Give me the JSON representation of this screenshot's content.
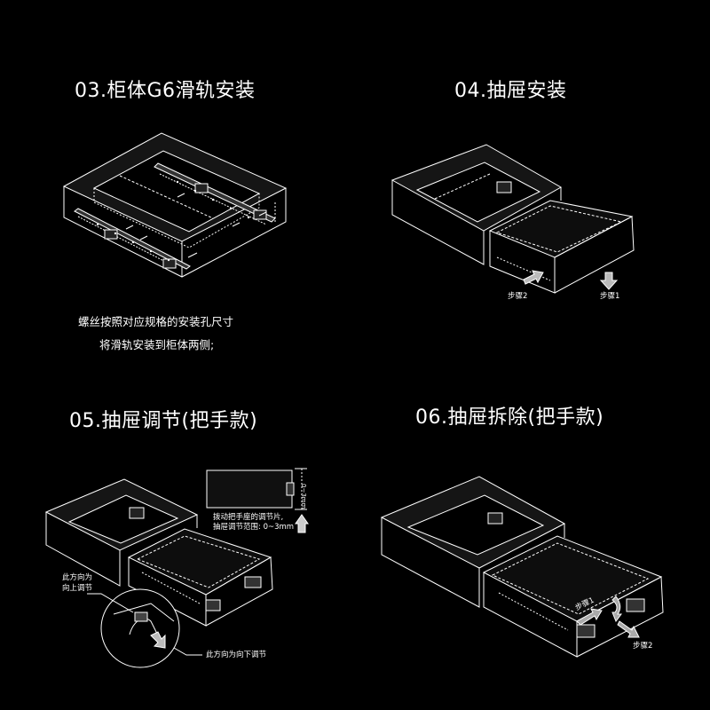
{
  "steps": [
    {
      "title": "03.柜体G6滑轨安装",
      "notes": [
        "螺丝按照对应规格的安装孔尺寸",
        "将滑轨安装到柜体两侧;"
      ]
    },
    {
      "title": "04.抽屉安装",
      "labels": {
        "step1": "步骤1",
        "step2": "步骤2"
      }
    },
    {
      "title": "05.抽屉调节(把手款)",
      "labels": {
        "up_line1": "此方向为",
        "up_line2": "向上调节",
        "down": "此方向为向下调节",
        "adjust_line1": "拨动把手座的调节片,",
        "adjust_line2": "抽屉调节范围: 0~3mm",
        "range": "0~3mm"
      }
    },
    {
      "title": "06.抽屉拆除(把手款)",
      "labels": {
        "step1": "步骤1",
        "step2": "步骤2"
      }
    }
  ],
  "colors": {
    "background": "#000000",
    "line": "#ffffff",
    "fill": "#1c1c1c"
  }
}
